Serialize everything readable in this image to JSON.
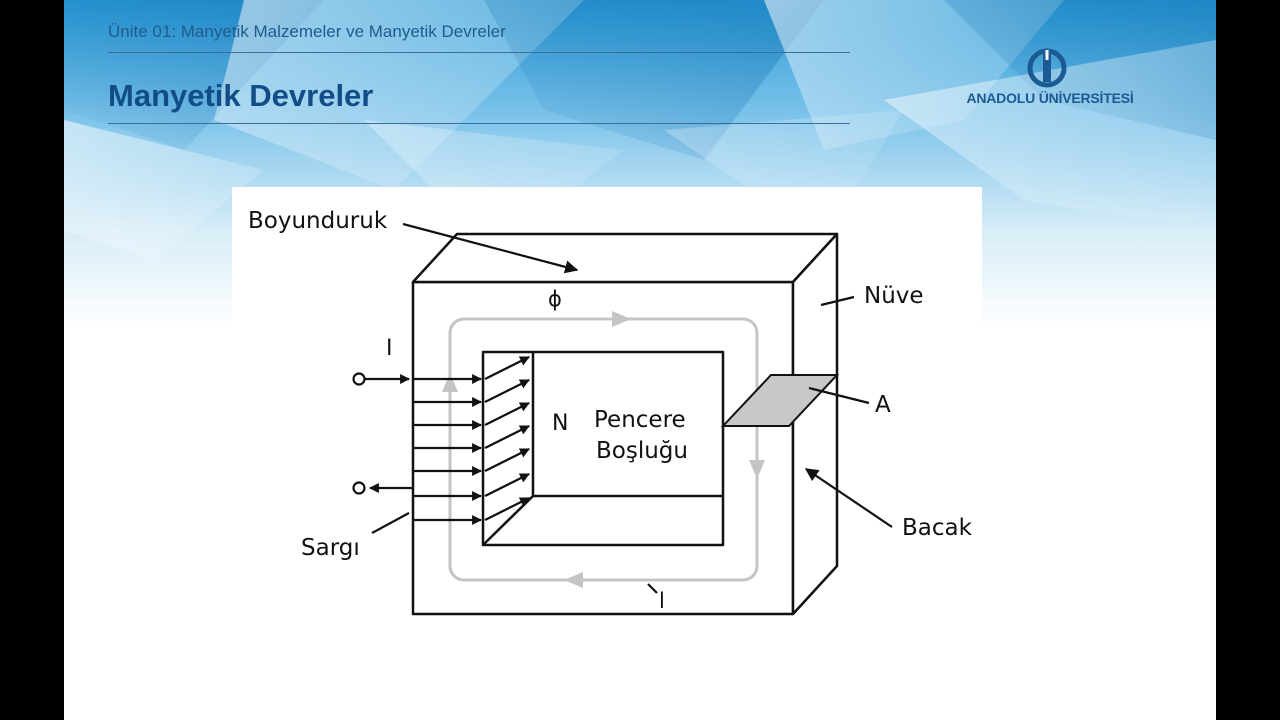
{
  "header": {
    "subtitle": "Ünite 01: Manyetik Malzemeler ve Manyetik Devreler",
    "title": "Manyetik Devreler"
  },
  "logo": {
    "name": "ANADOLU ÜNİVERSİTESİ"
  },
  "diagram": {
    "labels": {
      "yoke": "Boyunduruk",
      "core": "Nüve",
      "flux": "ϕ",
      "current_in": "I",
      "window_n": "N",
      "window_line1": "Pencere",
      "window_line2": "Boşluğu",
      "area": "A",
      "leg": "Bacak",
      "winding": "Sargı",
      "length": "l"
    },
    "colors": {
      "line": "#111111",
      "flux_path": "#c4c4c4",
      "area_fill": "#c8c8c8",
      "title": "#114d86",
      "subtitle": "#1f5b8f"
    }
  }
}
